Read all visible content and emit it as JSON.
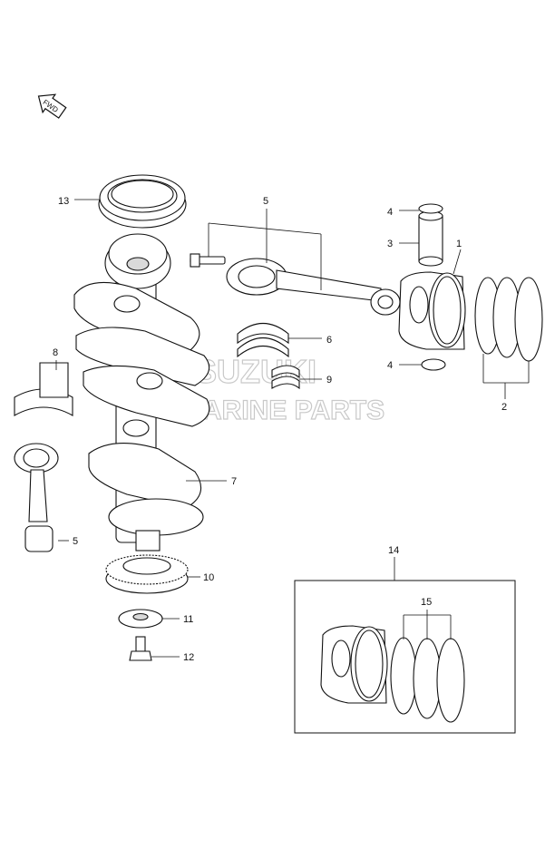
{
  "fwd_label": "FWD",
  "watermark": {
    "line1": "SUZUKI",
    "line2": "MARINE PARTS"
  },
  "callouts": {
    "c1": "1",
    "c2": "2",
    "c3": "3",
    "c4a": "4",
    "c4b": "4",
    "c5a": "5",
    "c5b": "5",
    "c6": "6",
    "c7": "7",
    "c8": "8",
    "c9": "9",
    "c10": "10",
    "c11": "11",
    "c12": "12",
    "c13": "13",
    "c14": "14",
    "c15": "15"
  }
}
